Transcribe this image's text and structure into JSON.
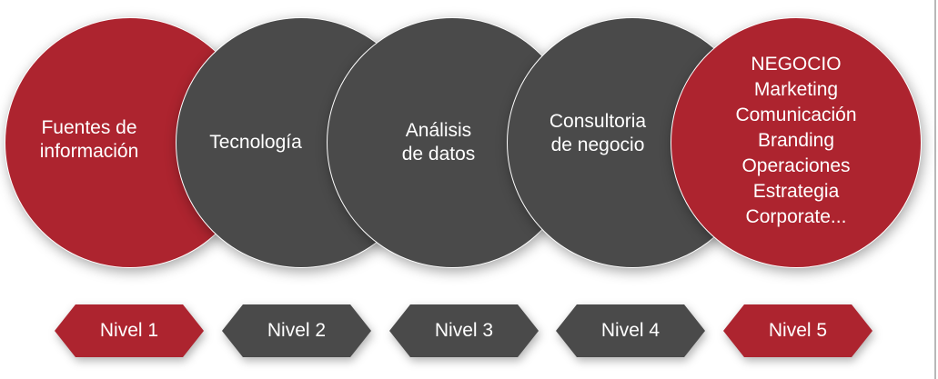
{
  "colors": {
    "red": "#ad242f",
    "gray": "#4a4a4a"
  },
  "circles": [
    {
      "lines": [
        "Fuentes de",
        "información"
      ],
      "color": "red"
    },
    {
      "lines": [
        "Tecnología"
      ],
      "color": "gray"
    },
    {
      "lines": [
        "Análisis",
        "de datos"
      ],
      "color": "gray"
    },
    {
      "lines": [
        "Consultoria",
        "de negocio"
      ],
      "color": "gray"
    },
    {
      "lines": [
        "NEGOCIO",
        "Marketing",
        "Comunicación",
        "Branding",
        "Operaciones",
        "Estrategia",
        "Corporate..."
      ],
      "color": "red"
    }
  ],
  "levels": [
    {
      "label": "Nivel 1",
      "color": "red"
    },
    {
      "label": "Nivel 2",
      "color": "gray"
    },
    {
      "label": "Nivel 3",
      "color": "gray"
    },
    {
      "label": "Nivel 4",
      "color": "gray"
    },
    {
      "label": "Nivel 5",
      "color": "red"
    }
  ]
}
